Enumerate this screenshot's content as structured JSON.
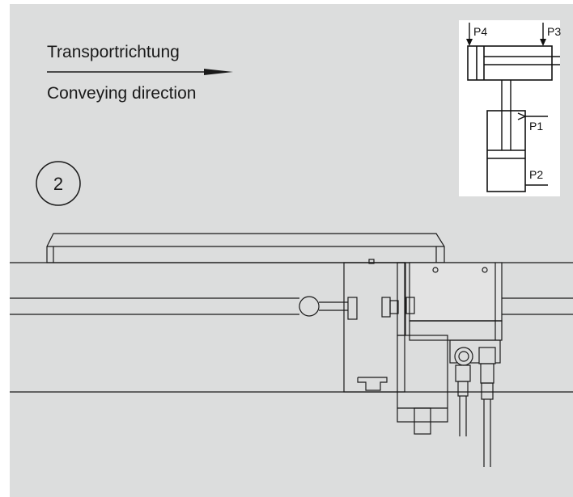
{
  "labels": {
    "german": "Transportrichtung",
    "english": "Conveying direction",
    "step_number": "2"
  },
  "cylinder_schematic": {
    "ports": [
      "P4",
      "P3",
      "P1",
      "P2"
    ]
  },
  "colors": {
    "background": "#dcdddd",
    "stroke": "#1a1a1a",
    "inset": "#ffffff"
  }
}
